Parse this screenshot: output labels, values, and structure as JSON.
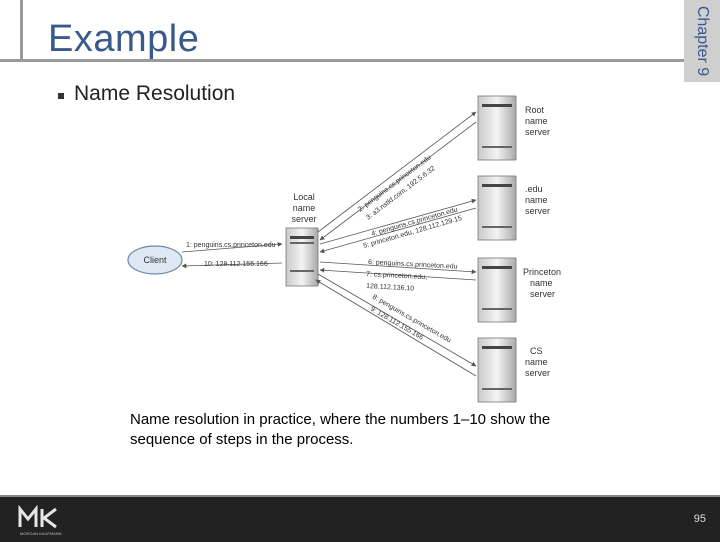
{
  "header": {
    "title": "Example",
    "chapter": "Chapter 9"
  },
  "bullet": {
    "text": "Name Resolution"
  },
  "diagram": {
    "client": "Client",
    "local_server": [
      "Local",
      "name",
      "server"
    ],
    "servers": [
      {
        "lines": [
          "Root",
          "name",
          "server"
        ]
      },
      {
        "lines": [
          ".edu",
          "name",
          "server"
        ]
      },
      {
        "lines": [
          "Princeton",
          "name",
          "server"
        ]
      },
      {
        "lines": [
          "CS",
          "name",
          "server"
        ]
      }
    ],
    "edges": {
      "client_query": "1: penguins.cs.princeton.edu",
      "client_reply": "10: 128.112.155.166",
      "s2": "2: penguins.cs.princeton.edu",
      "s3": "3: a3.nstld.com, 192.5.6.32",
      "s4": "4: penguins.cs.princeton.edu",
      "s5": "5: princeton.edu, 128.112.129.15",
      "s6": "6: penguins.cs.princeton.edu",
      "s7a": "7: cs.princeton.edu,",
      "s7b": "128.112.136.10",
      "s8": "8: penguins.cs.princeton.edu",
      "s9": "9: 128.112.155.166"
    }
  },
  "caption": "Name resolution in practice, where the numbers 1–10 show the sequence of steps in the process.",
  "footer": {
    "page": "95",
    "logo_letters": "MK",
    "logo_sub": "MORGAN KAUFMANN"
  },
  "colors": {
    "title": "#3a5a8c",
    "client_fill": "#dde8f4"
  }
}
